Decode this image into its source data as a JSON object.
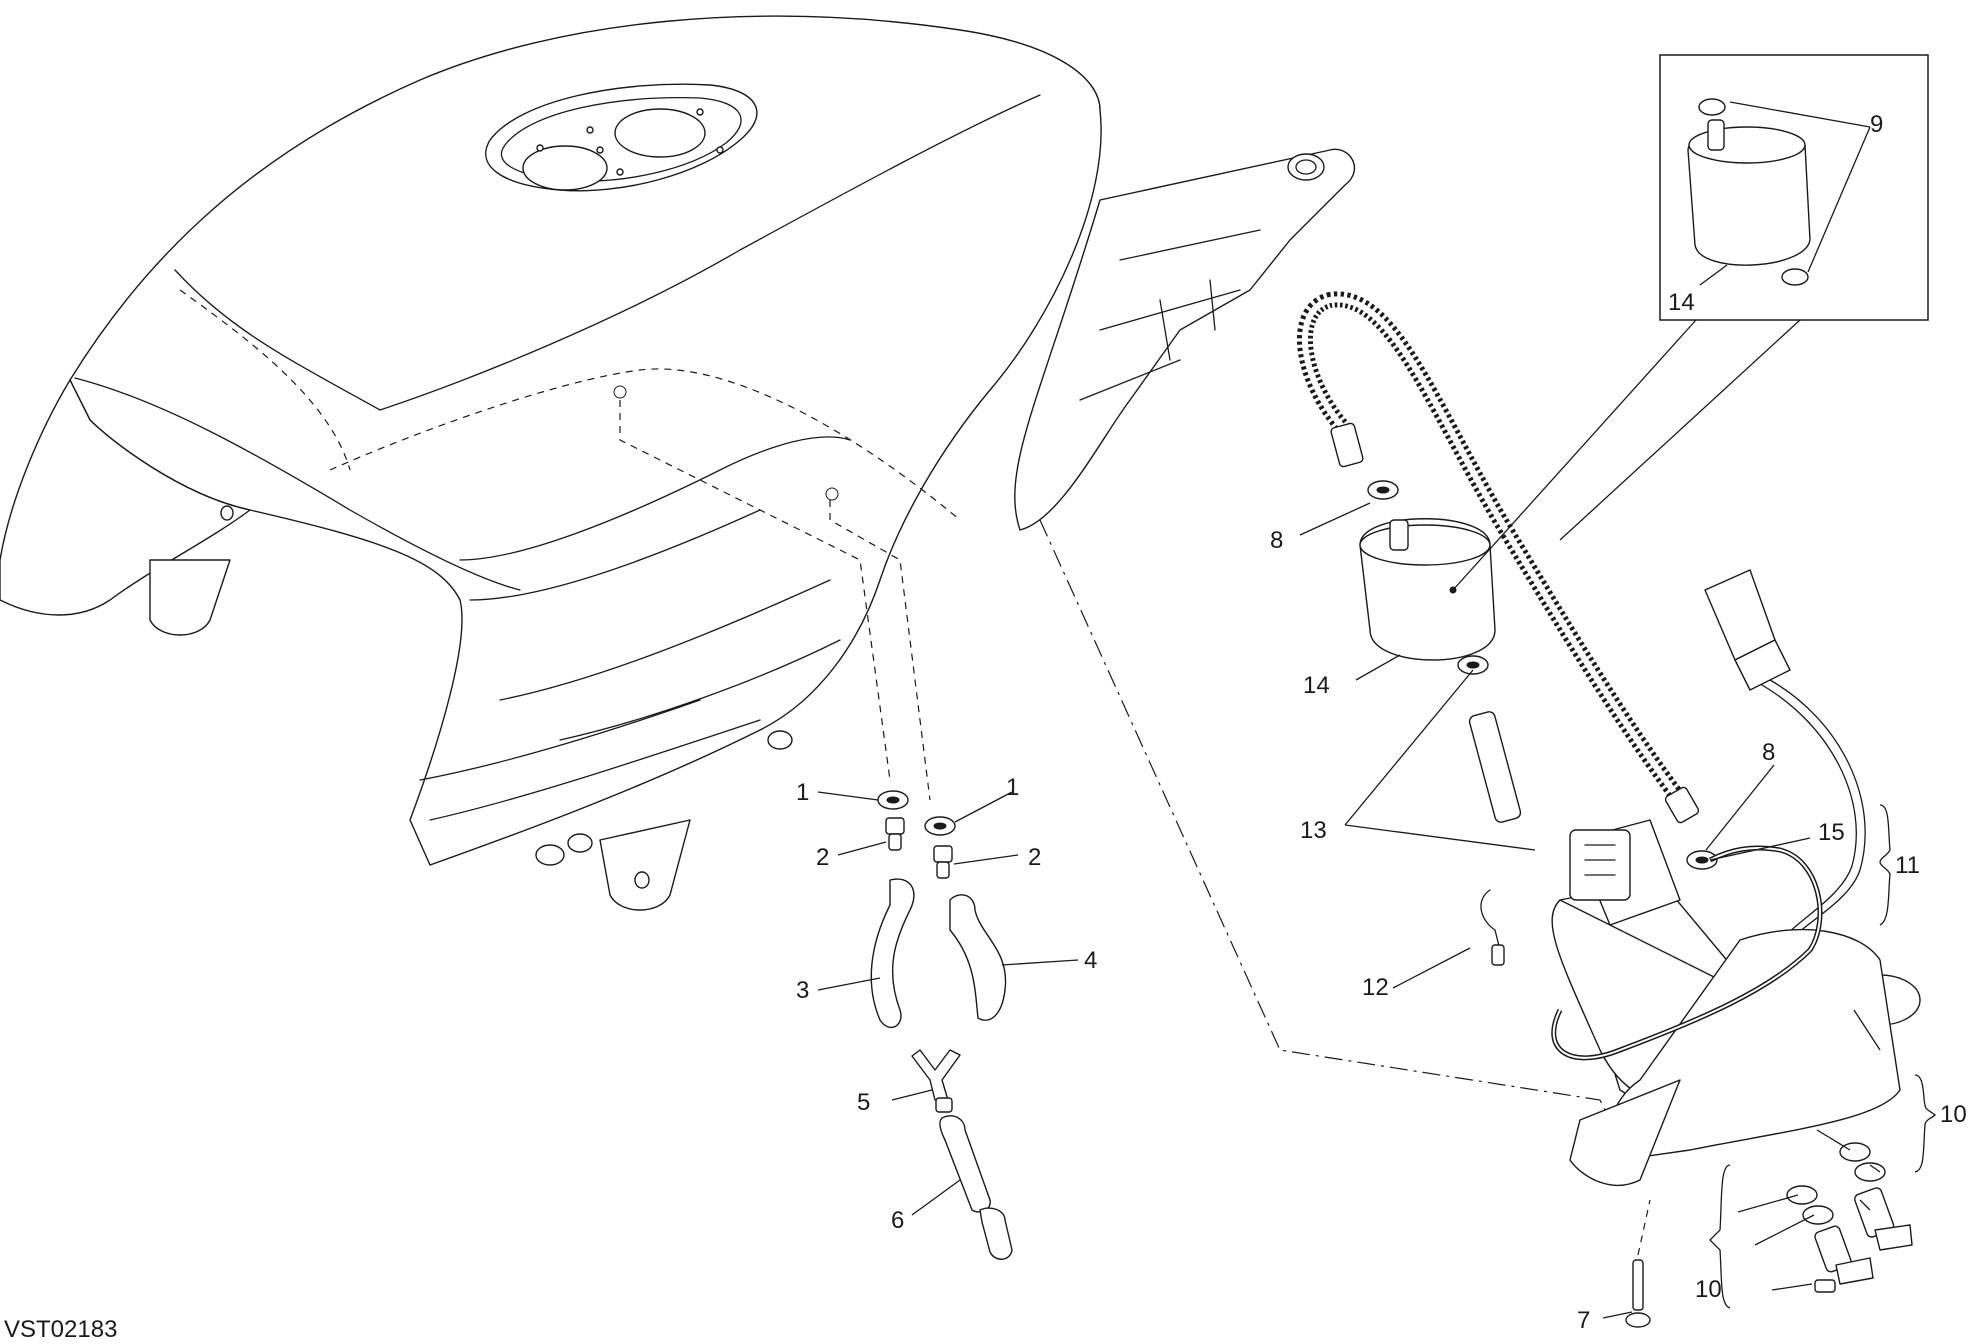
{
  "drawing_code": "VST02183",
  "callouts": {
    "c1a": "1",
    "c1b": "1",
    "c2a": "2",
    "c2b": "2",
    "c3": "3",
    "c4": "4",
    "c5": "5",
    "c6": "6",
    "c7": "7",
    "c8a": "8",
    "c8b": "8",
    "c9": "9",
    "c10a": "10",
    "c10b": "10",
    "c11": "11",
    "c12": "12",
    "c13": "13",
    "c14a": "14",
    "c14b": "14",
    "c15": "15"
  }
}
